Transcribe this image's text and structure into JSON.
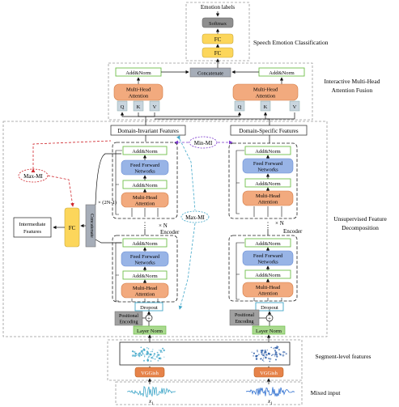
{
  "colors": {
    "orange": "#F2AA7E",
    "orange_dark": "#E6834A",
    "blue": "#98B4E6",
    "blue_dark": "#6C8FD6",
    "green": "#6FBF4A",
    "green_fill": "#A9D98E",
    "yellow": "#FCD65B",
    "gray_box": "#B8B8B8",
    "gray_concat": "#A6ADB8",
    "teal": "#41A7C9",
    "purple": "#7C3ACD",
    "red": "#D0292F",
    "dashed": "#8C8C8C"
  },
  "sections": {
    "emotion_labels": "Emotion labels",
    "speech_emotion_classification": "Speech Emotion Classification",
    "interactive_line1": "Interactive Multi-Head",
    "interactive_line2": "Attention Fusion",
    "unsupervised_line1": "Unsupervised Feature",
    "unsupervised_line2": "Decomposition",
    "segment_level": "Segment-level features",
    "mixed_input": "Mixed input"
  },
  "blocks": {
    "softmax": "Softmax",
    "fc": "FC",
    "concatenate": "Concatenate",
    "add_norm": "Add&Norm",
    "mha_line1": "Multi-Head",
    "mha_line2": "Attention",
    "q": "Q",
    "k": "K",
    "v": "V",
    "domain_invariant": "Domain-Invariant Features",
    "domain_specific": "Domain-Specific Features",
    "min_mi": "Min-MI",
    "max_mi": "Max-MI",
    "ffn_line1": "Feed Forward",
    "ffn_line2": "Networks",
    "intermediate_line1": "Intermediate",
    "intermediate_line2": "Features",
    "concatenate_vertical": "Concatenate",
    "repeat_2n": "× (2N-1)",
    "times_n": "× N",
    "encoder": "Encoder",
    "dropout": "Dropout",
    "positional_line1": "Positional",
    "positional_line2": "Encoding",
    "layer_norm": "Layer Norm",
    "vggish": "VGGish",
    "plus": "+",
    "ellipsis": "⋮",
    "x1_label": "x",
    "x1_sub": "1"
  }
}
